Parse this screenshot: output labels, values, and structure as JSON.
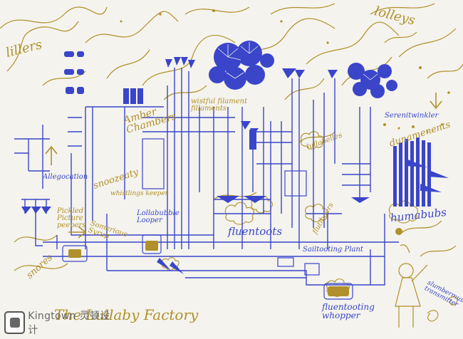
{
  "poster": {
    "title": "The Lullaby Factory",
    "labels": {
      "lillers": "lillers",
      "lolleys": "lolleys",
      "amber_chambers": "Amber Chambers",
      "wistful_filament": "wistful filament fillaments",
      "allegocation": "Allegocation",
      "snoozeaty": "snoozeaty",
      "whistlings_keeper": "whistlings keeper",
      "lollabubble_looper": "Lollabubble Looper",
      "pickled_picture_peepers": "Pickled Picture peepers",
      "somerious_syrup": "Somerious Syrup",
      "fluentoots": "fluentoots",
      "sailtooting_plant": "Sailtooting Plant",
      "fluentooting_whopper": "fluentooting whopper",
      "humabubs": "humabubs",
      "serenitwinkler": "Serenitwinkler",
      "dunamenents": "dunamenents",
      "lullabelles": "lullabelles",
      "flutiboers": "flutiboers",
      "slumbermusing_transmitter": "slumbermusing transmitter",
      "snores": "snores"
    }
  },
  "watermark": {
    "text": "Kingtown 灵顿设计"
  },
  "colors": {
    "paper": "#f4f3ee",
    "ink_blue": "#3a45c9",
    "ink_gold": "#b0902a"
  }
}
